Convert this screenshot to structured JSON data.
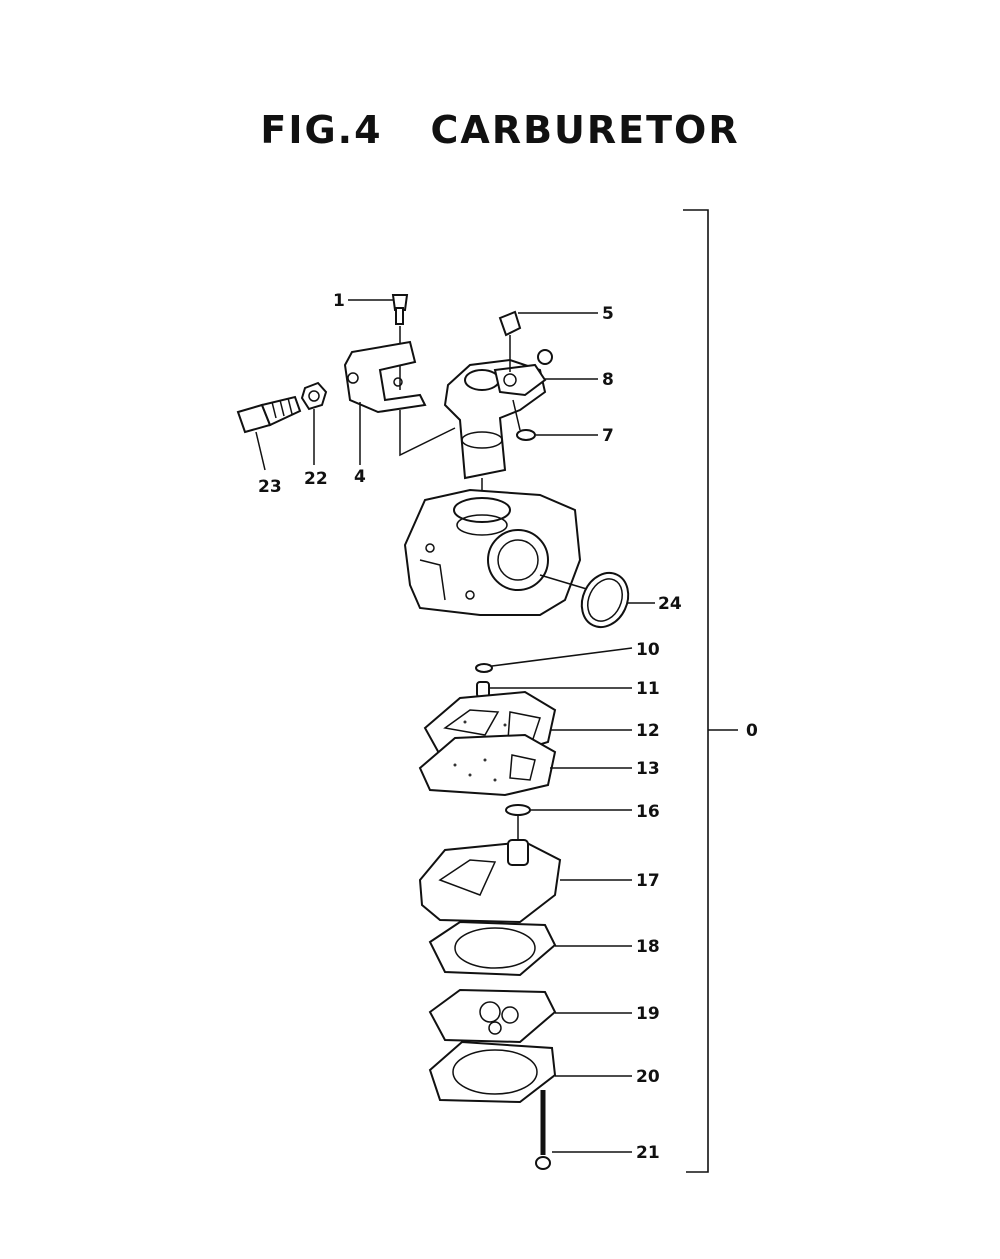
{
  "title": {
    "fig": "FIG.4",
    "name": "CARBURETOR"
  },
  "callouts": {
    "c1": "1",
    "c4": "4",
    "c5": "5",
    "c7": "7",
    "c8": "8",
    "c10": "10",
    "c11": "11",
    "c12": "12",
    "c13": "13",
    "c16": "16",
    "c17": "17",
    "c18": "18",
    "c19": "19",
    "c20": "20",
    "c21": "21",
    "c22": "22",
    "c23": "23",
    "c24": "24",
    "c0": "0"
  }
}
